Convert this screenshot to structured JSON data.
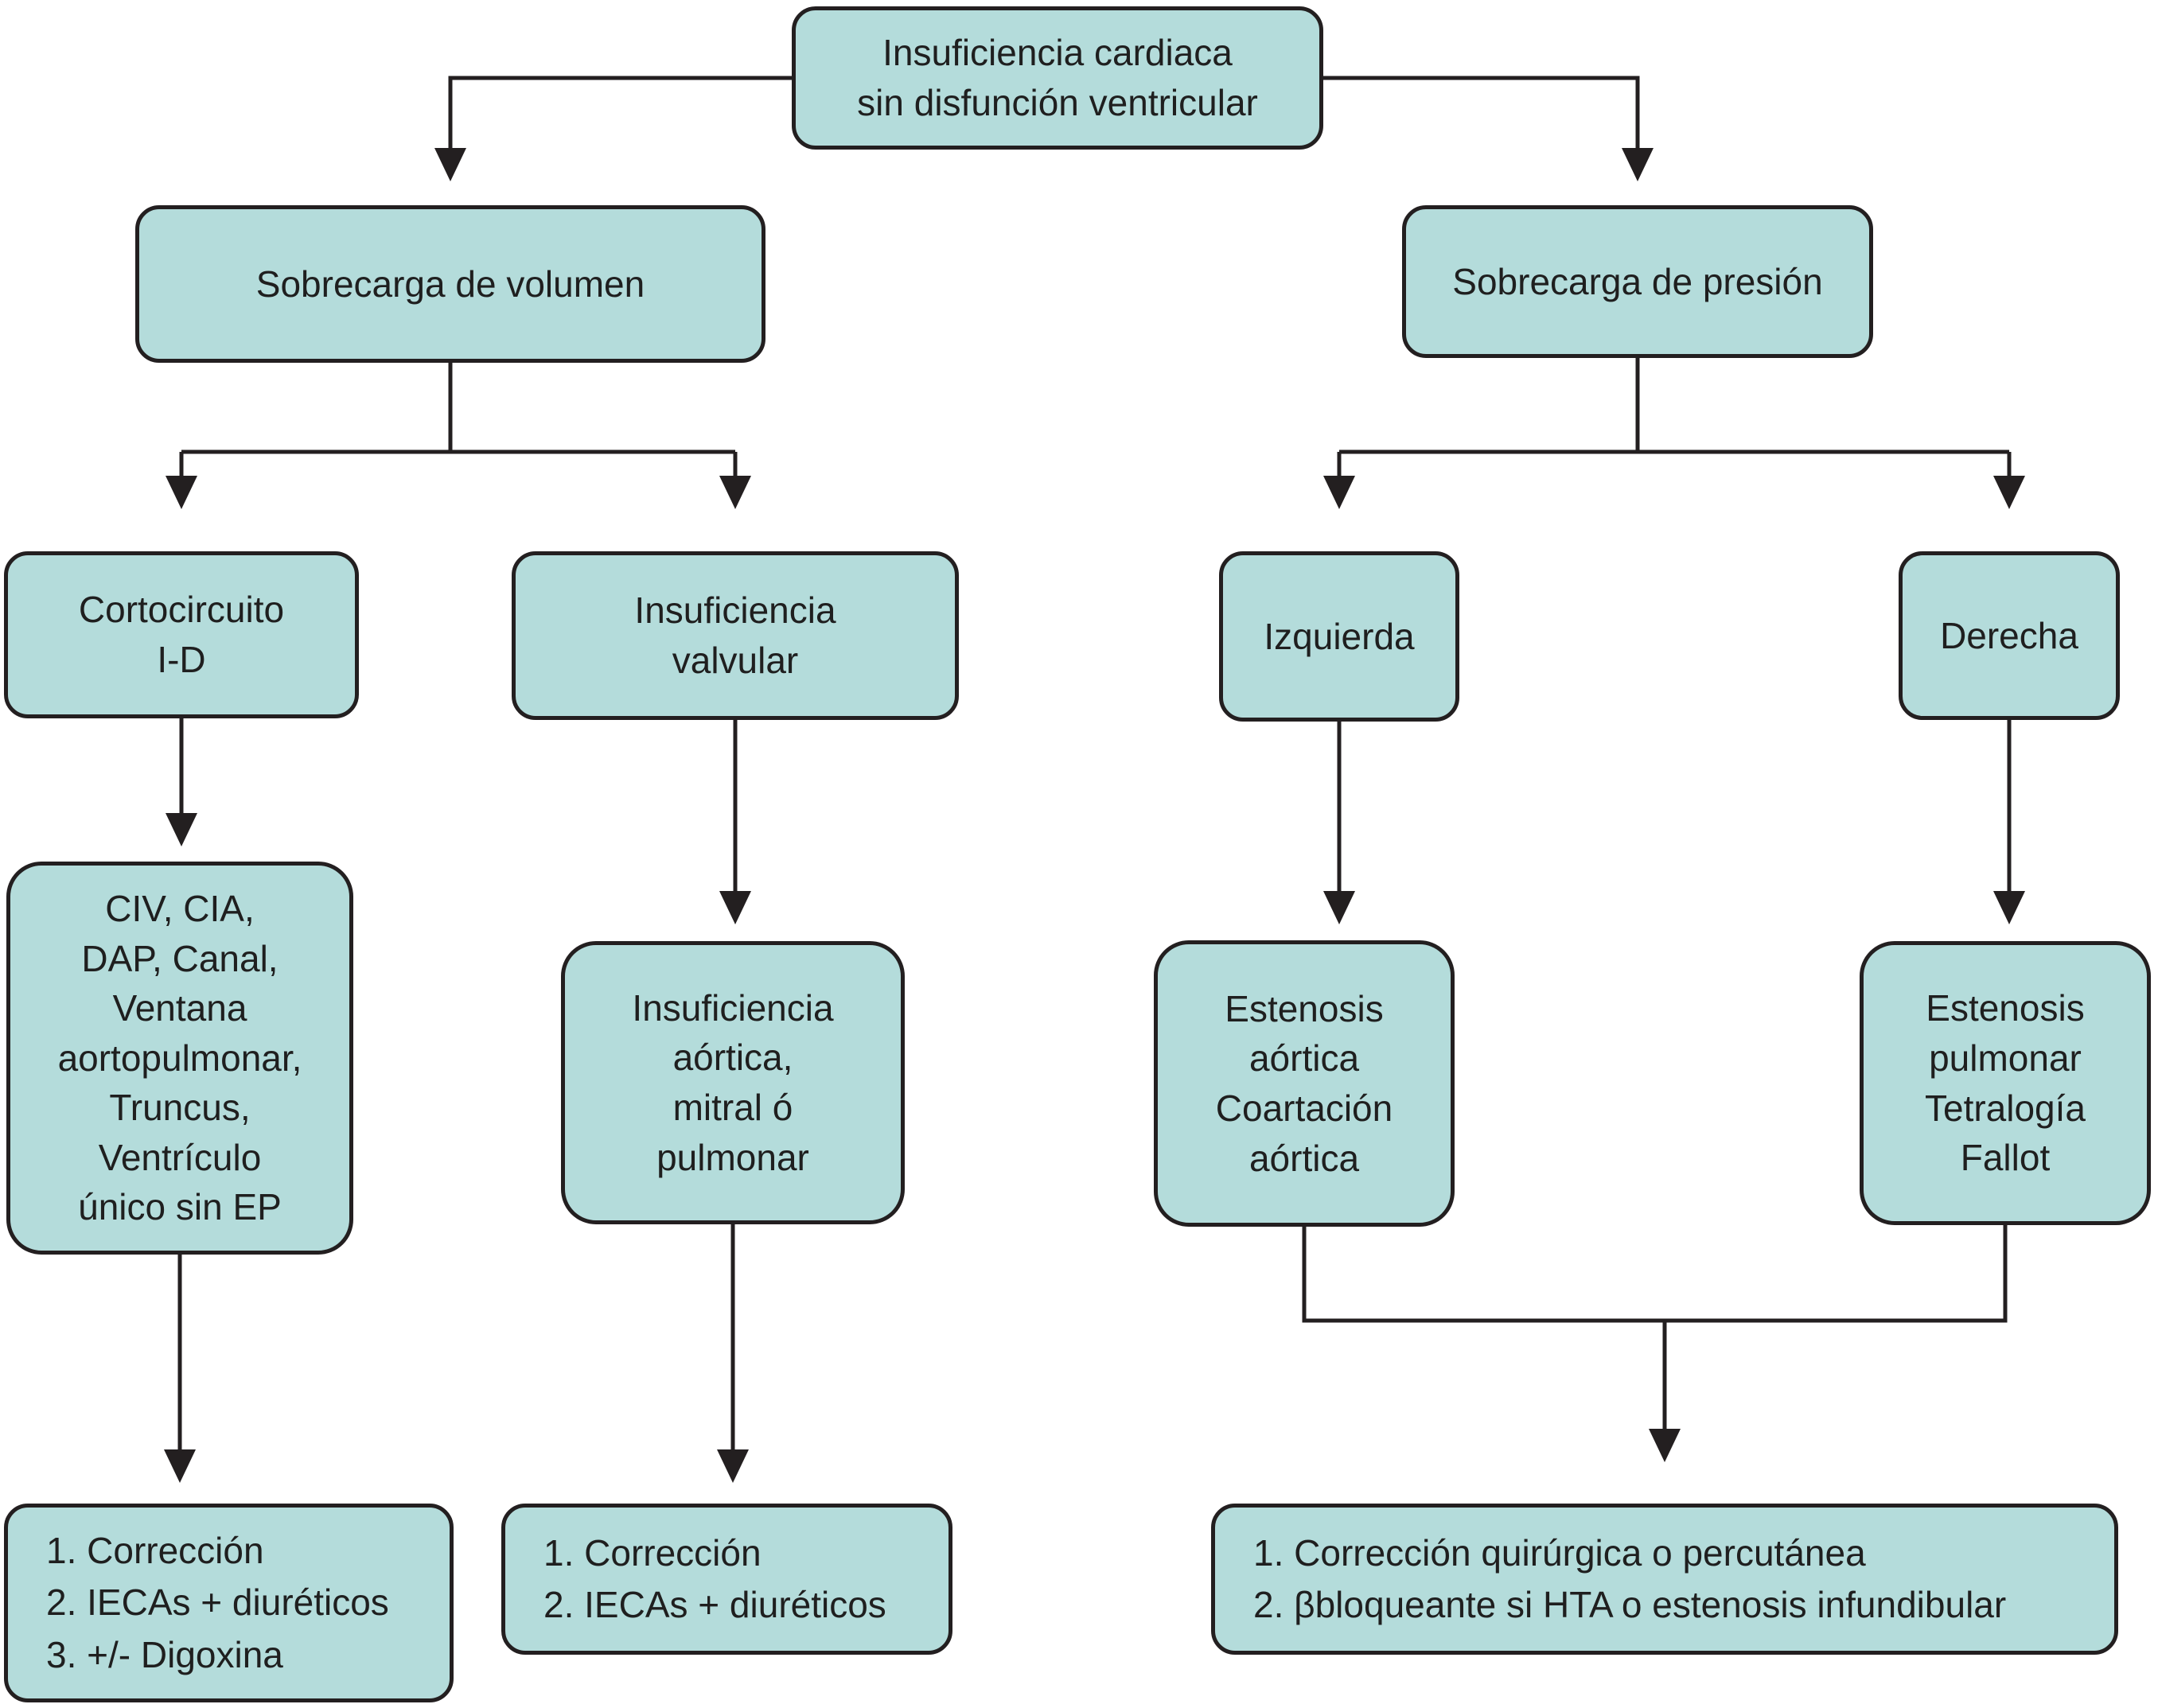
{
  "colors": {
    "background": "#ffffff",
    "box_fill": "#b4dcdb",
    "box_border": "#231f20",
    "line": "#231f20",
    "text": "#1f1f1f"
  },
  "nodes": {
    "root": {
      "label": "Insuficiencia cardiaca\nsin disfunción ventricular"
    },
    "volume": {
      "label": "Sobrecarga de volumen"
    },
    "pressure": {
      "label": "Sobrecarga de presión"
    },
    "shunt": {
      "label": "Cortocircuito\nI-D"
    },
    "valvular": {
      "label": "Insuficiencia\nvalvular"
    },
    "left": {
      "label": "Izquierda"
    },
    "right": {
      "label": "Derecha"
    },
    "shunt_causes": {
      "label": "CIV, CIA,\nDAP, Canal,\nVentana\naortopulmonar,\nTruncus,\nVentrículo\núnico sin EP"
    },
    "valvular_causes": {
      "label": "Insuficiencia\naórtica,\nmitral ó\npulmonar"
    },
    "left_causes": {
      "label": "Estenosis\naórtica\nCoartación\naórtica"
    },
    "right_causes": {
      "label": "Estenosis\npulmonar\nTetralogía\nFallot"
    },
    "tx_shunt": {
      "label": "1. Corrección\n2. IECAs + diuréticos\n3. +/- Digoxina"
    },
    "tx_valvular": {
      "label": "1. Corrección\n2. IECAs + diuréticos"
    },
    "tx_pressure": {
      "label": "1. Corrección quirúrgica o percutánea\n2. βbloqueante si HTA o estenosis infundibular"
    }
  }
}
